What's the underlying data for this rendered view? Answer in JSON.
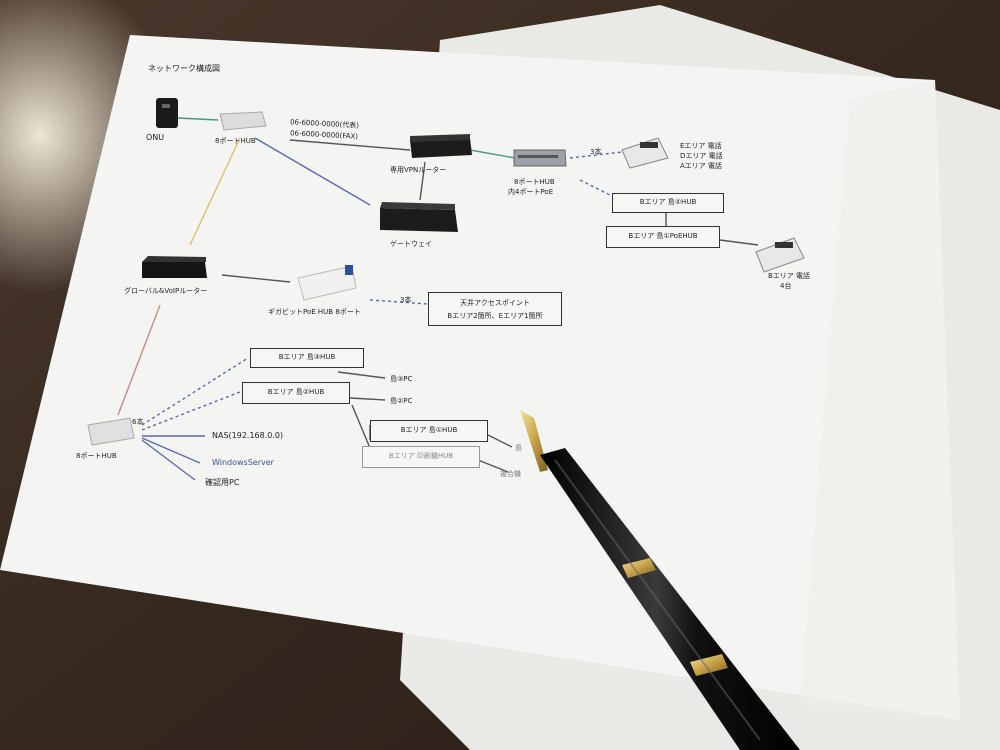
{
  "diagram": {
    "title": "ネットワーク構成図",
    "nodes": {
      "onu": "ONU",
      "hub8_top": "8ポートHUB",
      "vpn_router": "専用VPNルーター",
      "hub8_poe": "8ポートHUB",
      "hub8_poe_sub": "内4ポートPoE",
      "gateway": "ゲートウェイ",
      "voip_router": "グローバル&VoIPルーター",
      "gigabit_poe_hub": "ギガビットPoE HUB 8ポート",
      "hub8_bottom": "8ポートHUB"
    },
    "phone_lines": [
      "06-6000-0000(代表)",
      "06-6000-0000(FAX)"
    ],
    "phones_top": [
      "Eエリア 電話",
      "Dエリア 電話",
      "Aエリア 電話"
    ],
    "phones_b": [
      "Bエリア 電話",
      "4台"
    ],
    "count_3_top": "3本",
    "count_3_mid": "3本",
    "count_6": "6本",
    "boxes": {
      "b_island2_hub": "Bエリア 島②HUB",
      "b_island1_poe": "Bエリア 島①PoEHUB",
      "ap_line1": "天井アクセスポイント",
      "ap_line2": "Bエリア2箇所、Eエリア1箇所",
      "b_island3_hub": "Bエリア 島③HUB",
      "b_island2_hub_low": "Bエリア 島②HUB",
      "b_island1_hub": "Bエリア 島①HUB",
      "b_print_hub": "Bエリア 印刷機HUB"
    },
    "pcs": [
      "島③PC",
      "島②PC",
      "島",
      "複合機"
    ],
    "servers": [
      "NAS(192.168.0.0)",
      "WindowsServer",
      "確認用PC"
    ]
  },
  "colors": {
    "table": "#3a2c22",
    "paper": "#f4f4f2",
    "pen_body": "#111111",
    "pen_gold": "#c8a24a",
    "line_yellow": "#d8c070",
    "line_red": "#c98c84",
    "line_blue": "#5a6ab0",
    "line_green": "#4a9a7a"
  }
}
